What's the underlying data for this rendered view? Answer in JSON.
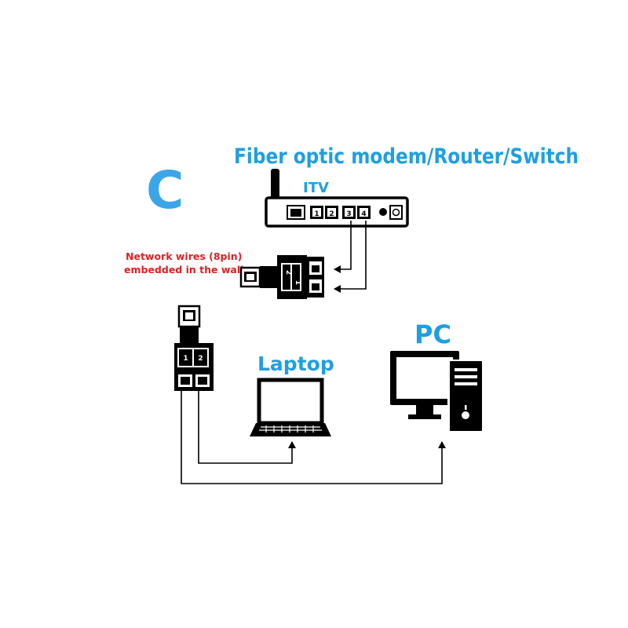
{
  "diagram": {
    "letter": "C",
    "title": "Fiber optic modem/Router/Switch",
    "itv_label": "ITV",
    "router_ports": [
      "1",
      "2",
      "3",
      "4"
    ],
    "wires_line1": "Network wires (8pin)",
    "wires_line2": "embedded in the wall",
    "splitter_top_ports": [
      "2",
      "1"
    ],
    "splitter_bottom_ports": [
      "1",
      "2"
    ],
    "laptop_label": "Laptop",
    "pc_label": "PC",
    "colors": {
      "accent": "#1f9fe0",
      "letter": "#3aa6e8",
      "warning": "#d22222",
      "line": "#000000"
    }
  }
}
